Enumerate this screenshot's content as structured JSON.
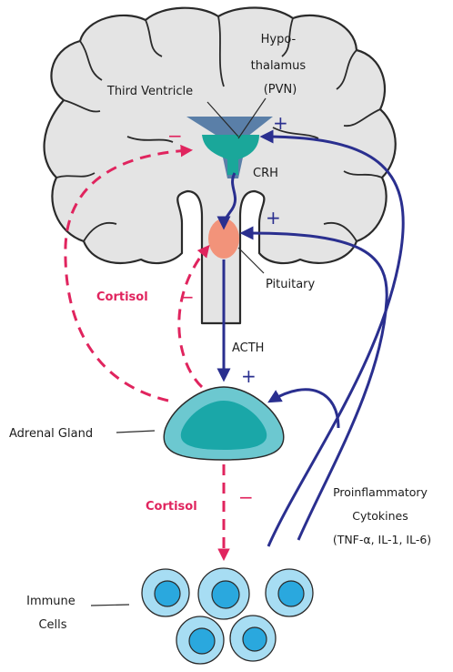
{
  "labels": {
    "hypothalamus": [
      "Hypo-",
      "thalamus",
      "(PVN)"
    ],
    "third_ventricle": "Third Ventricle",
    "crh": "CRH",
    "pituitary": "Pituitary",
    "acth": "ACTH",
    "adrenal_gland": "Adrenal Gland",
    "immune_cells": [
      "Immune",
      "Cells"
    ],
    "cytokines": [
      "Proinflammatory",
      "Cytokines",
      "(TNF-α, IL-1, IL-6)"
    ],
    "cortisol_upper": "Cortisol",
    "cortisol_lower": "Cortisol"
  },
  "signs": {
    "plus_hypothalamus": "+",
    "plus_pituitary": "+",
    "plus_adrenal": "+",
    "minus_hypothalamus": "−",
    "minus_pituitary": "−",
    "minus_immune": "−"
  },
  "colors": {
    "stimulation_arrow": "#2a2f8f",
    "inhibition_arrow": "#e0245e",
    "brain_fill": "#e4e4e4",
    "hypothalamus": "#1aa79a",
    "third_ventricle": "#5a7fa8",
    "pituitary": "#f2937a",
    "adrenal_outer": "#6cc8d0",
    "adrenal_inner": "#1aa7a8",
    "immune_cell_outer": "#a7ddf3",
    "immune_cell_inner": "#2aa8de"
  }
}
